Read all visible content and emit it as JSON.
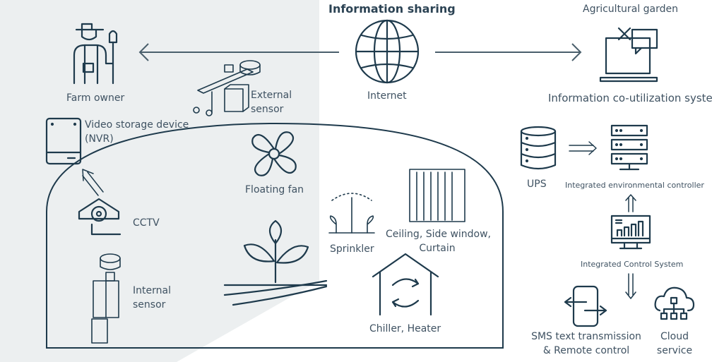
{
  "title": "Information sharing",
  "colors": {
    "shade": "#eceff0",
    "stroke": "#1e3a4c",
    "text": "#3f5262"
  },
  "labels": {
    "farm_owner": "Farm owner",
    "external_sensor": "External sensor",
    "internet": "Internet",
    "agricultural_garden": "Agricultural garden",
    "info_system": "Information co-utilization system",
    "nvr_line1": "Video storage device",
    "nvr_line2": "(NVR)",
    "floating_fan": "Floating fan",
    "cctv": "CCTV",
    "internal_sensor_line1": "Internal",
    "internal_sensor_line2": "sensor",
    "sprinkler": "Sprinkler",
    "ceiling_line1": "Ceiling, Side window,",
    "ceiling_line2": "Curtain",
    "chiller": "Chiller, Heater",
    "ups": "UPS",
    "env_controller": "Integrated environmental controller",
    "control_system": "Integrated Control System",
    "sms_line1": "SMS text transmission",
    "sms_line2": "& Remote control",
    "cloud_line1": "Cloud",
    "cloud_line2": "service"
  }
}
